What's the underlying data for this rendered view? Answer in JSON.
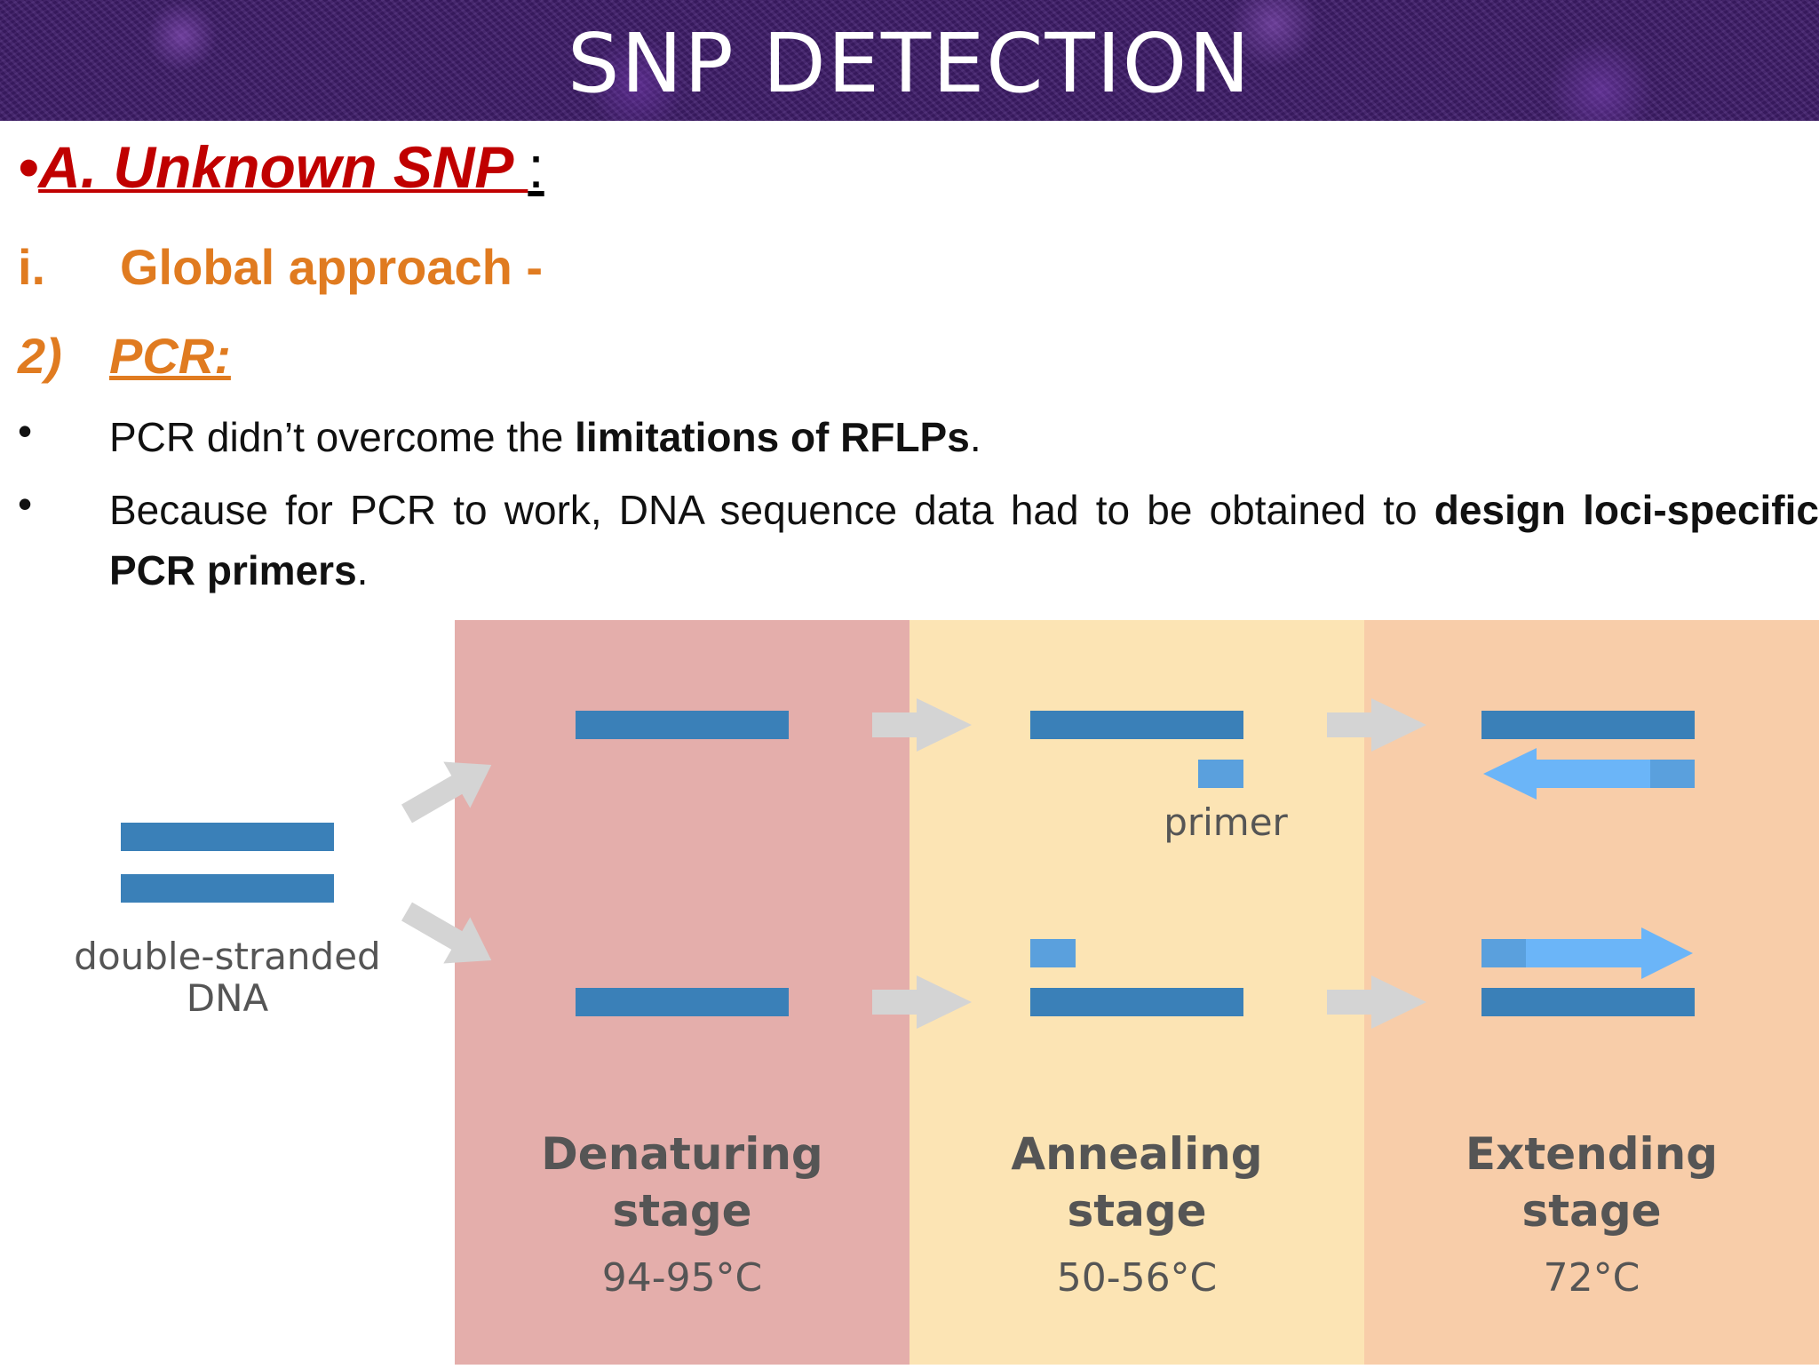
{
  "title": "SNP DETECTION",
  "heading_a": {
    "bullet": "•",
    "label": "A. Unknown SNP ",
    "colon": ":"
  },
  "heading_i": {
    "num": "i.",
    "label": "Global approach -"
  },
  "heading_2": {
    "num": "2)",
    "label": "PCR:"
  },
  "bullets": [
    {
      "marker": "•",
      "pre": "PCR didn’t overcome the ",
      "bold": "limitations of RFLPs",
      "post": "."
    },
    {
      "marker": "•",
      "pre": "Because for PCR to work, DNA sequence data had to be obtained to ",
      "bold": "design loci-specific PCR primers",
      "post": "."
    }
  ],
  "diagram": {
    "dna_label_1": "double-stranded",
    "dna_label_2": "DNA",
    "primer_label": "primer",
    "stages": [
      {
        "name": "Denaturing",
        "word": "stage",
        "temp": "94-95°C",
        "color": "#e4aeab"
      },
      {
        "name": "Annealing",
        "word": "stage",
        "temp": "50-56°C",
        "color": "#fce4b4"
      },
      {
        "name": "Extending",
        "word": "stage",
        "temp": "72°C",
        "color": "#f8cda9"
      }
    ],
    "colors": {
      "strand": "#3a80b8",
      "primer": "#5aa0dd",
      "new_strand": "#6bb5f8",
      "arrow": "#d4d4d4"
    }
  }
}
